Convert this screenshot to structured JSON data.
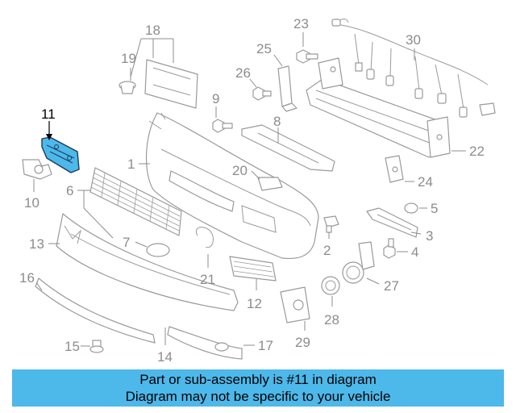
{
  "callouts": {
    "c1": "1",
    "c2": "2",
    "c3": "3",
    "c4": "4",
    "c5": "5",
    "c6": "6",
    "c7": "7",
    "c8": "8",
    "c9": "9",
    "c10": "10",
    "c11": "11",
    "c12": "12",
    "c13": "13",
    "c14": "14",
    "c15": "15",
    "c16": "16",
    "c17": "17",
    "c18": "18",
    "c19": "19",
    "c20": "20",
    "c21": "21",
    "c22": "22",
    "c23": "23",
    "c24": "24",
    "c25": "25",
    "c26": "26",
    "c27": "27",
    "c28": "28",
    "c29": "29",
    "c30": "30"
  },
  "highlight": {
    "part_number": "11",
    "color": "#4db8ea"
  },
  "banner": {
    "line1": "Part or sub-assembly is #11 in diagram",
    "line2": "Diagram may not be specific to your vehicle",
    "background": "#4db8ea"
  }
}
